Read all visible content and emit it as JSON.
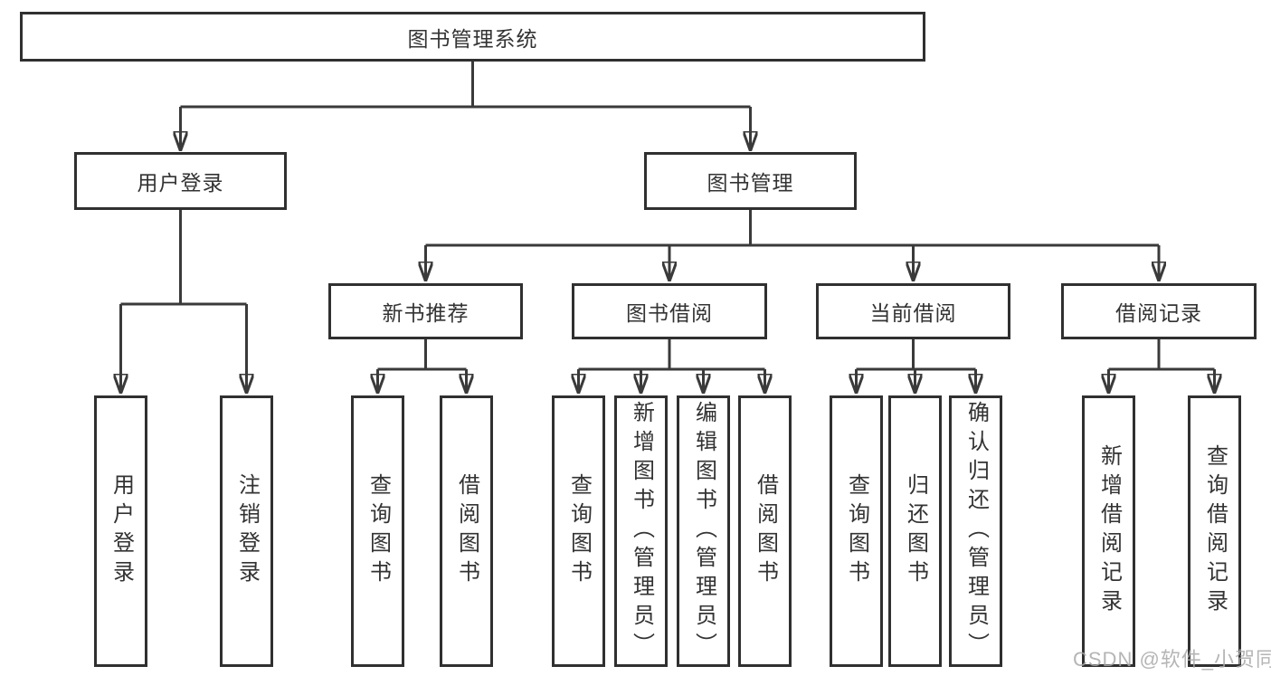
{
  "diagram": {
    "type": "tree",
    "root": {
      "label": "图书管理系统"
    },
    "branches": [
      {
        "label": "用户登录",
        "children": [
          {
            "label": "用户登录"
          },
          {
            "label": "注销登录"
          }
        ]
      },
      {
        "label": "图书管理",
        "children": [
          {
            "label": "新书推荐",
            "children": [
              {
                "label": "查询图书"
              },
              {
                "label": "借阅图书"
              }
            ]
          },
          {
            "label": "图书借阅",
            "children": [
              {
                "label": "查询图书"
              },
              {
                "label": "新增图书（管理员）"
              },
              {
                "label": "编辑图书（管理员）"
              },
              {
                "label": "借阅图书"
              }
            ]
          },
          {
            "label": "当前借阅",
            "children": [
              {
                "label": "查询图书"
              },
              {
                "label": "归还图书"
              },
              {
                "label": "确认归还（管理员）"
              }
            ]
          },
          {
            "label": "借阅记录",
            "children": [
              {
                "label": "新增借阅记录"
              },
              {
                "label": "查询借阅记录"
              }
            ]
          }
        ]
      }
    ],
    "watermark": "CSDN @软件_小贺同学",
    "colors": {
      "line": "#3a3a3a",
      "box_border": "#303030",
      "box_fill": "#ffffff",
      "text": "#333333",
      "watermark": "#a8a8a8",
      "background": "#ffffff"
    }
  }
}
